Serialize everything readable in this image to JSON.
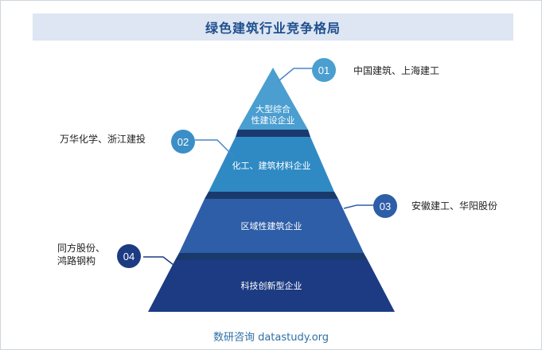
{
  "title": "绿色建筑行业竞争格局",
  "tiers": [
    {
      "num": "01",
      "label_line1": "大型综合",
      "label_line2": "性建设企业",
      "companies": "中国建筑、上海建工"
    },
    {
      "num": "02",
      "label": "化工、建筑材料企业",
      "companies": "万华化学、浙江建投"
    },
    {
      "num": "03",
      "label": "区域性建筑企业",
      "companies": "安徽建工、华阳股份"
    },
    {
      "num": "04",
      "label": "科技创新型企业",
      "companies_line1": "同方股份、",
      "companies_line2": "鸿路钢构"
    }
  ],
  "footer": "数研咨询 datastudy.org",
  "colors": {
    "tier1": "#4a9ed0",
    "tier2": "#2f8ac4",
    "tier3": "#2e5ea8",
    "tier4": "#1c3b82",
    "band": "#1a3a6e",
    "title_bg": "#dde6f2",
    "title_text": "#1f4f8f"
  }
}
